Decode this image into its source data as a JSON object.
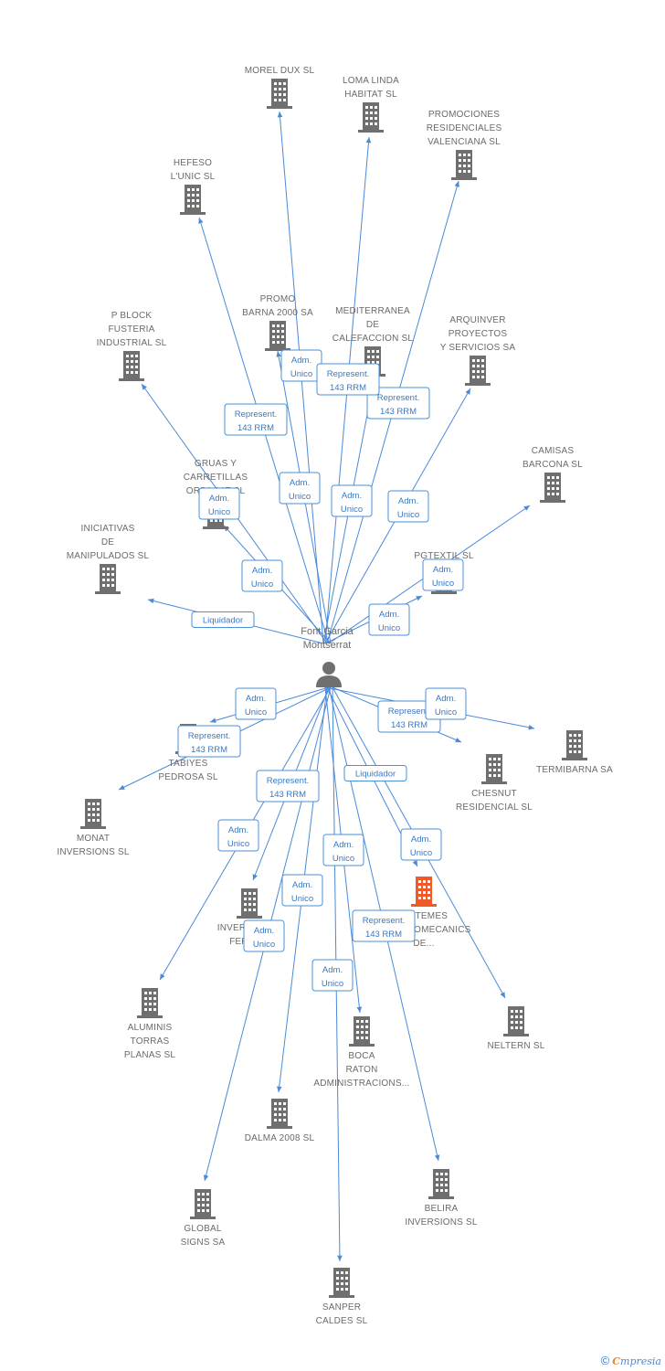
{
  "center": {
    "label_lines": [
      "Font Garcia",
      "Montserrat"
    ],
    "icon": "person-icon"
  },
  "colors": {
    "edge": "#4a8ad8",
    "node": "#6f6f6f",
    "highlight": "#f05a28",
    "label_border": "#4a90d9"
  },
  "nodes": [
    {
      "id": "morel",
      "lines": [
        "MOREL DUX SL"
      ],
      "text_side": "above"
    },
    {
      "id": "loma",
      "lines": [
        "LOMA LINDA",
        "HABITAT SL"
      ],
      "text_side": "above"
    },
    {
      "id": "promval",
      "lines": [
        "PROMOCIONES",
        "RESIDENCIALES",
        "VALENCIANA SL"
      ],
      "text_side": "above"
    },
    {
      "id": "hefeso",
      "lines": [
        "HEFESO",
        "L'UNIC SL"
      ],
      "text_side": "above"
    },
    {
      "id": "promo",
      "lines": [
        "PROMO",
        "BARNA 2000 SA"
      ],
      "text_side": "above"
    },
    {
      "id": "medit",
      "lines": [
        "MEDITERRANEA",
        "DE",
        "CALEFACCION SL"
      ],
      "text_side": "above"
    },
    {
      "id": "arquinver",
      "lines": [
        "ARQUINVER",
        "PROYECTOS",
        "Y SERVICIOS SA"
      ],
      "text_side": "above"
    },
    {
      "id": "pblock",
      "lines": [
        "P BLOCK",
        "FUSTERIA",
        "INDUSTRIAL SL"
      ],
      "text_side": "above"
    },
    {
      "id": "camisas",
      "lines": [
        "CAMISAS",
        "BARCONA SL"
      ],
      "text_side": "above"
    },
    {
      "id": "gruas",
      "lines": [
        "GRUAS Y",
        "CARRETILLAS",
        "ORBACAT SL"
      ],
      "text_side": "above"
    },
    {
      "id": "iniciativas",
      "lines": [
        "INICIATIVAS",
        "DE",
        "MANIPULADOS SL"
      ],
      "text_side": "above"
    },
    {
      "id": "pgtextil",
      "lines": [
        "PGTEXTIL SL"
      ],
      "text_side": "above"
    },
    {
      "id": "tabiyes",
      "lines": [
        "TABIYES",
        "PEDROSA SL"
      ],
      "text_side": "below"
    },
    {
      "id": "monat",
      "lines": [
        "MONAT",
        "INVERSIONS SL"
      ],
      "text_side": "below"
    },
    {
      "id": "chesnut",
      "lines": [
        "CHESNUT",
        "RESIDENCIAL SL"
      ],
      "text_side": "below"
    },
    {
      "id": "termibarna",
      "lines": [
        "TERMIBARNA SA"
      ],
      "text_side": "below"
    },
    {
      "id": "sistemes",
      "lines": [
        "SISTEMES",
        "ELECTROMECANICS",
        "DE..."
      ],
      "text_side": "below",
      "highlight": true
    },
    {
      "id": "inversiones",
      "lines": [
        "INVERSIONES",
        "FERRA..."
      ],
      "text_side": "below"
    },
    {
      "id": "aluminis",
      "lines": [
        "ALUMINIS",
        "TORRAS",
        "PLANAS SL"
      ],
      "text_side": "below"
    },
    {
      "id": "neltern",
      "lines": [
        "NELTERN SL"
      ],
      "text_side": "below"
    },
    {
      "id": "boca",
      "lines": [
        "BOCA",
        "RATON",
        "ADMINISTRACIONS..."
      ],
      "text_side": "below"
    },
    {
      "id": "dalma",
      "lines": [
        "DALMA 2008 SL"
      ],
      "text_side": "below"
    },
    {
      "id": "belira",
      "lines": [
        "BELIRA",
        "INVERSIONS SL"
      ],
      "text_side": "below"
    },
    {
      "id": "global",
      "lines": [
        "GLOBAL",
        "SIGNS SA"
      ],
      "text_side": "below"
    },
    {
      "id": "sanper",
      "lines": [
        "SANPER",
        "CALDES SL"
      ],
      "text_side": "below"
    }
  ],
  "edges": [
    {
      "to": "morel",
      "label": [
        "Adm.",
        "Unico"
      ]
    },
    {
      "to": "loma",
      "label": [
        "Adm.",
        "Unico"
      ]
    },
    {
      "to": "promval",
      "label": [
        "Represent.",
        "143 RRM"
      ]
    },
    {
      "to": "hefeso",
      "label": [
        "Represent.",
        "143 RRM"
      ]
    },
    {
      "to": "promo",
      "label": [
        "Adm.",
        "Unico"
      ]
    },
    {
      "to": "medit",
      "label": [
        "Represent.",
        "143 RRM"
      ]
    },
    {
      "to": "arquinver",
      "label": [
        "Adm.",
        "Unico"
      ]
    },
    {
      "to": "pblock",
      "label": [
        "Adm.",
        "Unico"
      ]
    },
    {
      "to": "camisas",
      "label": [
        "Adm.",
        "Unico"
      ]
    },
    {
      "to": "gruas",
      "label": [
        "Adm.",
        "Unico"
      ]
    },
    {
      "to": "iniciativas",
      "label": [
        "Liquidador"
      ]
    },
    {
      "to": "pgtextil",
      "label": [
        "Adm.",
        "Unico"
      ]
    },
    {
      "to": "tabiyes",
      "label": [
        "Adm.",
        "Unico"
      ]
    },
    {
      "to": "monat",
      "label": [
        "Represent.",
        "143 RRM"
      ]
    },
    {
      "to": "chesnut",
      "label": [
        "Represent.",
        "143 RRM"
      ]
    },
    {
      "to": "termibarna",
      "label": [
        "Adm.",
        "Unico"
      ]
    },
    {
      "to": "sistemes",
      "label": [
        "Adm.",
        "Unico"
      ]
    },
    {
      "to": "inversiones",
      "label": [
        "Represent.",
        "143 RRM"
      ]
    },
    {
      "to": "aluminis",
      "label": [
        "Adm.",
        "Unico"
      ]
    },
    {
      "to": "neltern",
      "label": [
        "Liquidador"
      ]
    },
    {
      "to": "boca",
      "label": [
        "Adm.",
        "Unico"
      ]
    },
    {
      "to": "dalma",
      "label": [
        "Adm.",
        "Unico"
      ]
    },
    {
      "to": "belira",
      "label": [
        "Represent.",
        "143 RRM"
      ]
    },
    {
      "to": "global",
      "label": [
        "Adm.",
        "Unico"
      ]
    },
    {
      "to": "sanper",
      "label": [
        "Adm.",
        "Unico"
      ]
    }
  ],
  "footer": {
    "copyright": "©",
    "brand_initial": "C",
    "brand_rest": "mpresia"
  }
}
